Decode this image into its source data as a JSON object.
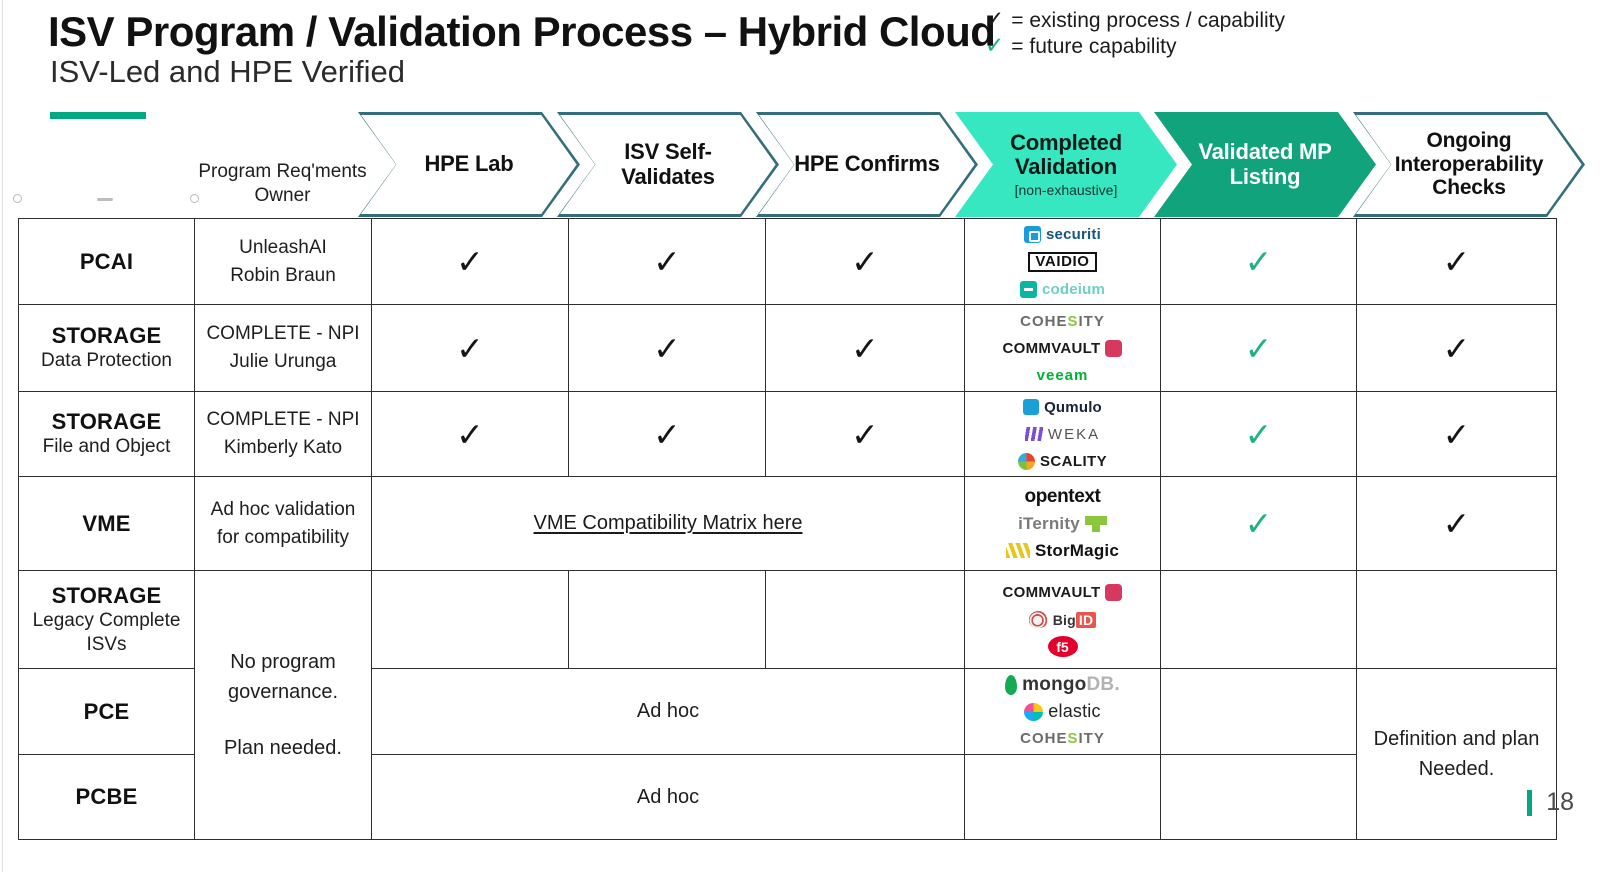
{
  "header": {
    "title": "ISV Program / Validation Process – Hybrid Cloud",
    "subtitle": "ISV-Led and HPE Verified",
    "accent_color": "#01a982"
  },
  "legend": {
    "items": [
      {
        "check": "✓",
        "style": "dark",
        "text": "= existing process / capability"
      },
      {
        "check": "✓",
        "style": "green",
        "text": "= future capability"
      }
    ]
  },
  "owner_header": "Program Req'ments Owner",
  "stages": [
    {
      "label": "HPE Lab",
      "sub": "",
      "fill": "outline",
      "text_color": "#111111"
    },
    {
      "label": "ISV Self-Validates",
      "sub": "",
      "fill": "outline",
      "text_color": "#111111"
    },
    {
      "label": "HPE Confirms",
      "sub": "",
      "fill": "outline",
      "text_color": "#111111"
    },
    {
      "label": "Completed Validation",
      "sub": "[non-exhaustive]",
      "fill": "light",
      "text_color": "#0d1b18",
      "color": "#36e7c2"
    },
    {
      "label": "Validated MP Listing",
      "sub": "",
      "fill": "dark",
      "text_color": "#ffffff",
      "color": "#11a37c"
    },
    {
      "label": "Ongoing Interoperability Checks",
      "sub": "",
      "fill": "outline",
      "text_color": "#111111"
    }
  ],
  "rows": [
    {
      "category": "PCAI",
      "category_sub": "",
      "owner_line1": "UnleashAI",
      "owner_line2": "Robin Braun",
      "hpe_lab": "✓",
      "isv_self": "✓",
      "hpe_confirms": "✓",
      "mp_listing": "✓",
      "ongoing": "✓",
      "logos": [
        "securiti",
        "VAIDIO",
        "codeium"
      ]
    },
    {
      "category": "STORAGE",
      "category_sub": "Data Protection",
      "owner_line1": "COMPLETE - NPI",
      "owner_line2": "Julie Urunga",
      "hpe_lab": "✓",
      "isv_self": "✓",
      "hpe_confirms": "✓",
      "mp_listing": "✓",
      "ongoing": "✓",
      "logos": [
        "COHESITY",
        "COMMVAULT",
        "veeam"
      ]
    },
    {
      "category": "STORAGE",
      "category_sub": "File and Object",
      "owner_line1": "COMPLETE - NPI",
      "owner_line2": "Kimberly Kato",
      "hpe_lab": "✓",
      "isv_self": "✓",
      "hpe_confirms": "✓",
      "mp_listing": "✓",
      "ongoing": "✓",
      "logos": [
        "Qumulo",
        "WEKA",
        "SCALITY"
      ]
    },
    {
      "category": "VME",
      "category_sub": "",
      "owner_line1": "Ad hoc validation",
      "owner_line2": "for compatibility",
      "merged_link": "VME Compatibility Matrix here",
      "mp_listing": "✓",
      "ongoing": "✓",
      "logos": [
        "opentext",
        "iTernity",
        "StorMagic"
      ]
    },
    {
      "category": "STORAGE",
      "category_sub": "Legacy Complete ISVs",
      "hpe_lab": "",
      "isv_self": "",
      "hpe_confirms": "",
      "mp_listing": "",
      "ongoing": "",
      "logos": [
        "COMMVAULT",
        "BigID",
        "F5"
      ]
    },
    {
      "category": "PCE",
      "category_sub": "",
      "merged_adhoc": "Ad hoc",
      "mp_listing": "",
      "ongoing": "",
      "logos": [
        "mongoDB",
        "elastic",
        "COHESITY"
      ]
    },
    {
      "category": "PCBE",
      "category_sub": "",
      "merged_adhoc": "Ad hoc",
      "mp_listing": "",
      "ongoing": "",
      "logos": []
    }
  ],
  "notes": {
    "governance_line1": "No program",
    "governance_line2": "governance.",
    "governance_line3": "Plan needed.",
    "definition_line1": "Definition and plan",
    "definition_line2": "Needed."
  },
  "footer": {
    "slide_number": "18"
  }
}
